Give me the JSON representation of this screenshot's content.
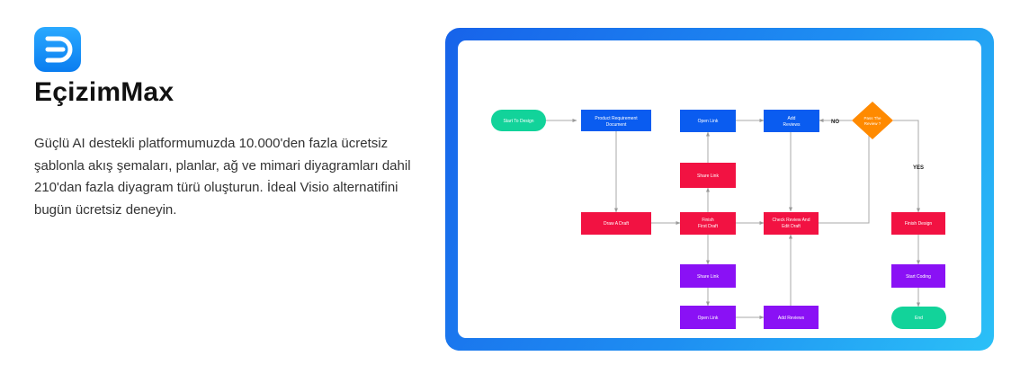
{
  "brand": {
    "name": "EçizimMax",
    "description": "Güçlü AI destekli platformumuzda 10.000'den fazla ücretsiz şablonla akış şemaları, planlar, ağ ve mimari diyagramları dahil 210'dan fazla diyagram türü oluşturun. İdeal Visio alternatifini bugün ücretsiz deneyin."
  },
  "colors": {
    "blue": "#0a5cf0",
    "red": "#f21242",
    "purple": "#8a11f5",
    "green": "#12d39a",
    "orange": "#ff8a00",
    "frame_start": "#1763ea",
    "frame_end": "#2bc0f7"
  },
  "flowchart": {
    "start": "Start To Design",
    "product_req": [
      "Product Requirement",
      "Document"
    ],
    "open_link_top": "Open Link",
    "add_reviews_top": [
      "Add",
      "Reviews"
    ],
    "pass_review": [
      "Pass The",
      "Review ?"
    ],
    "share_link_top": "Share Link",
    "draw_draft": "Draw A Draft",
    "finish_first_draft": [
      "Finish",
      "First Draft"
    ],
    "check_review": [
      "Check Review And",
      "Edit Draft"
    ],
    "finish_design": "Finish Design",
    "share_link_bottom": "Share Link",
    "open_link_bottom": "Open Link",
    "add_reviews_bottom": "Add Reviews",
    "start_coding": "Start Coding",
    "end": "End",
    "label_no": "NO",
    "label_yes": "YES"
  }
}
